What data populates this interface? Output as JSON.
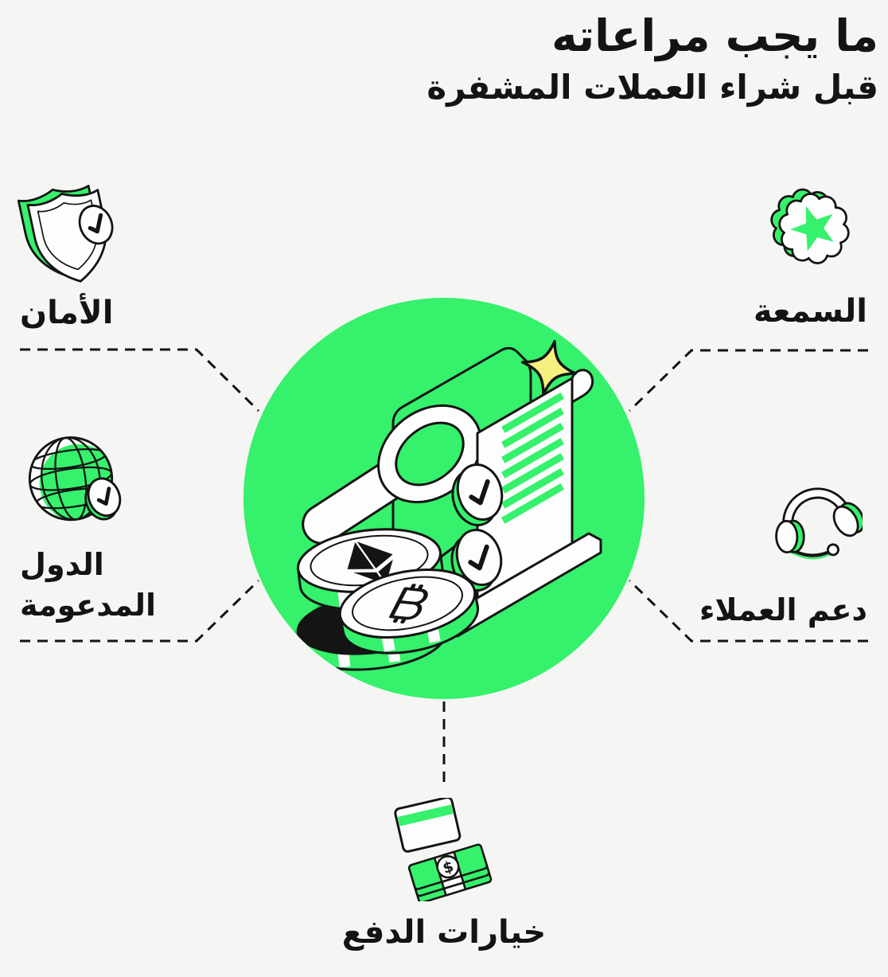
{
  "meta": {
    "language": "ar",
    "direction": "rtl"
  },
  "colors": {
    "background": "#F5F5F3",
    "accent_green": "#35F16B",
    "shadow_green": "#15CC52",
    "outline": "#141414",
    "sparkle_yellow": "#F8F07E",
    "text": "#141414"
  },
  "header": {
    "title": "ما يجب مراعاته",
    "subtitle": "قبل شراء العملات المشفرة"
  },
  "factors": [
    {
      "id": "security",
      "label": "الأمان",
      "icon": "shield-check-icon"
    },
    {
      "id": "reputation",
      "label": "السمعة",
      "icon": "star-seal-icon"
    },
    {
      "id": "supported-countries",
      "label": "الدول المدعومة",
      "label_line1": "الدول",
      "label_line2": "المدعومة",
      "icon": "globe-check-icon"
    },
    {
      "id": "customer-support",
      "label": "دعم العملاء",
      "icon": "headset-icon"
    },
    {
      "id": "payment-options",
      "label": "خيارات الدفع",
      "icon": "credit-card-cash-icon"
    }
  ],
  "center_illustration": {
    "name": "crypto-research-illustration",
    "elements": [
      "document-scroll",
      "checklist-checkmarks",
      "magnifying-glass",
      "ethereum-coin",
      "bitcoin-coin",
      "black-coin",
      "sparkle"
    ]
  },
  "icons": {
    "dollar_glyph": "$"
  }
}
